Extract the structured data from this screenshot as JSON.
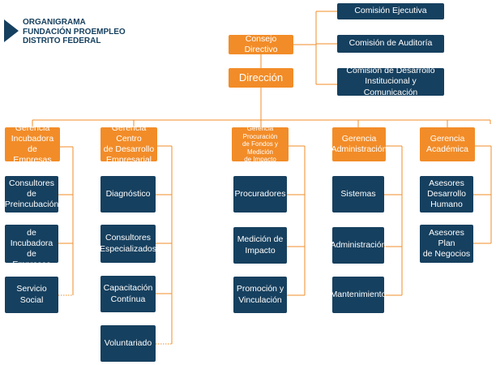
{
  "header": {
    "line1": "ORGANIGRAMA",
    "line2": "FUNDACIÓN PROEMPLEO",
    "line3": "DISTRITO FEDERAL"
  },
  "top": {
    "consejo": "Consejo Directivo",
    "direccion": "Dirección",
    "comisiones": [
      "Comisión Ejecutiva",
      "Comisión de Auditoría",
      "Comisión de Desarrollo\nInstitucional y Comunicación"
    ]
  },
  "gerencias": [
    {
      "title": "Gerencia\nIncubadora de\nEmpresas",
      "items": [
        "Consultores de\nPreincubación",
        "Consultores de\nIncubadora de\nEmpresas",
        "Servicio Social"
      ]
    },
    {
      "title": "Gerencia Centro\nde Desarrollo\nEmpresarial",
      "items": [
        "Diagnóstico",
        "Consultores\nEspecializados",
        "Capacitación\nContínua",
        "Voluntariado"
      ]
    },
    {
      "title": "Gerencia Procuración\nde Fondos y Medición\nde Impacto",
      "items": [
        "Procuradores",
        "Medición de\nImpacto",
        "Promoción y\nVinculación"
      ]
    },
    {
      "title": "Gerencia\nAdministración",
      "items": [
        "Sistemas",
        "Administración",
        "Mantenimiento"
      ]
    },
    {
      "title": "Gerencia\nAcadémica",
      "items": [
        "Asesores\nDesarrollo\nHumano",
        "Asesores Plan\nde Negocios"
      ]
    }
  ],
  "colors": {
    "navy": "#16405f",
    "orange": "#f28c28",
    "line": "#f28c28"
  }
}
